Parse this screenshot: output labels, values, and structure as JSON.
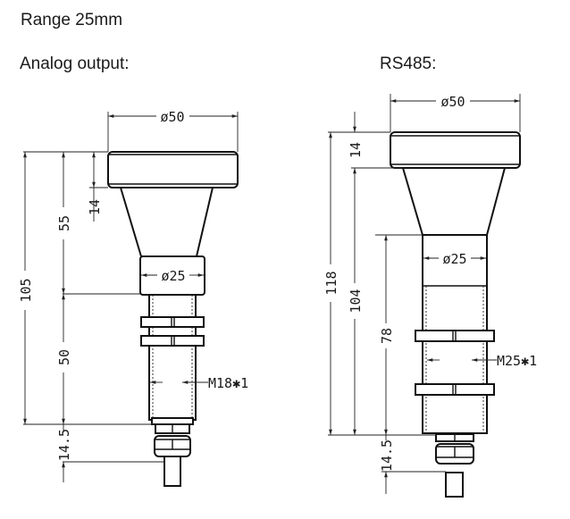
{
  "title": "Range 25mm",
  "sections": {
    "analog": {
      "label": "Analog output:",
      "dimensions": {
        "top_diameter": "ø50",
        "neck_diameter": "ø25",
        "cap_height": "14",
        "upper_height": "55",
        "total_height": "105",
        "thread_length": "50",
        "thread_spec": "M18✱1",
        "connector_length": "14.5"
      }
    },
    "rs485": {
      "label": "RS485:",
      "dimensions": {
        "top_diameter": "ø50",
        "neck_diameter": "ø25",
        "cap_height": "14",
        "total_height": "118",
        "body_height": "104",
        "thread_length": "78",
        "thread_spec": "M25✱1",
        "connector_length": "14.5"
      }
    }
  }
}
